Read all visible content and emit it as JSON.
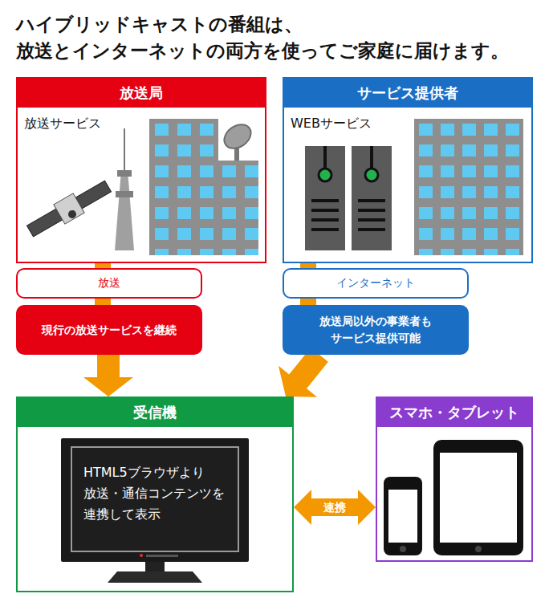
{
  "diagram": {
    "title": "ハイブリッドキャストの番組は、 放送とインターネットの両方を使ってご家庭に届けます。",
    "nodes": [
      {
        "text": [
          "放送局",
          "放送サービス"
        ]
      },
      {
        "text": [
          "サービス提供者",
          "WEBサービス"
        ]
      },
      {
        "text": [
          "放送"
        ]
      },
      {
        "text": [
          "現行の放送サービスを継続"
        ]
      },
      {
        "text": [
          "インターネット"
        ]
      },
      {
        "text": [
          "放送局以外の事業者も サービス提供可能"
        ]
      },
      {
        "text": [
          "受信機"
        ]
      },
      {
        "text": [
          "HTML5ブラウザより 放送・通信コンテンツを 連携して表示"
        ],
        "in": 6
      },
      {
        "text": [
          "スマホ・タブレット"
        ]
      }
    ],
    "edges": [
      {
        "from": 0,
        "to": 2,
        "arrow": "none"
      },
      {
        "from": 2,
        "to": 3,
        "arrow": "none"
      },
      {
        "from": 3,
        "to": 6,
        "arrow": "to"
      },
      {
        "from": 1,
        "to": 4,
        "arrow": "none"
      },
      {
        "from": 4,
        "to": 5,
        "arrow": "none"
      },
      {
        "from": 5,
        "to": 6,
        "arrow": "to"
      },
      {
        "from": 6,
        "to": 8,
        "label": "連携",
        "arrow": "both"
      }
    ]
  }
}
